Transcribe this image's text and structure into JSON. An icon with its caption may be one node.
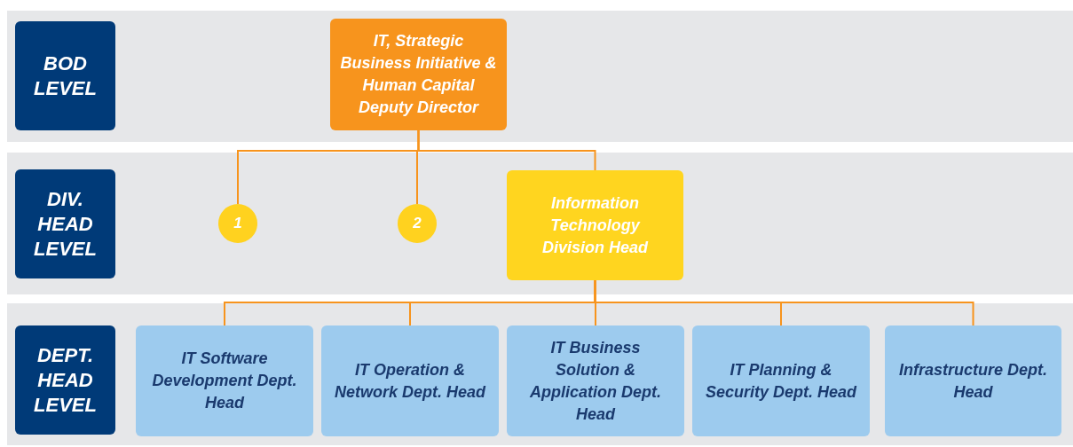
{
  "diagram": {
    "nodes": [
      {
        "text": [
          "BOD LEVEL"
        ]
      },
      {
        "text": [
          "IT, Strategic Business Initiative & Human Capital Deputy Director"
        ]
      },
      {
        "text": [
          "DIV. HEAD LEVEL"
        ]
      },
      {
        "text": [
          "1"
        ]
      },
      {
        "text": [
          "2"
        ]
      },
      {
        "text": [
          "Information Technology Division Head"
        ]
      },
      {
        "text": [
          "DEPT. HEAD LEVEL"
        ]
      },
      {
        "text": [
          "IT Software Development Dept. Head"
        ]
      },
      {
        "text": [
          "IT Operation & Network Dept. Head"
        ]
      },
      {
        "text": [
          "IT Business Solution & Application Dept. Head"
        ]
      },
      {
        "text": [
          "IT Planning & Security Dept. Head"
        ]
      },
      {
        "text": [
          "Infrastructure Dept. Head"
        ]
      }
    ],
    "edges": [
      {
        "from": 1,
        "to": 3,
        "arrow": "none"
      },
      {
        "from": 1,
        "to": 4,
        "arrow": "none"
      },
      {
        "from": 1,
        "to": 5,
        "arrow": "none"
      },
      {
        "from": 5,
        "to": 7,
        "arrow": "none"
      },
      {
        "from": 5,
        "to": 8,
        "arrow": "none"
      },
      {
        "from": 5,
        "to": 9,
        "arrow": "none"
      },
      {
        "from": 5,
        "to": 10,
        "arrow": "none"
      },
      {
        "from": 5,
        "to": 11,
        "arrow": "none"
      }
    ]
  }
}
